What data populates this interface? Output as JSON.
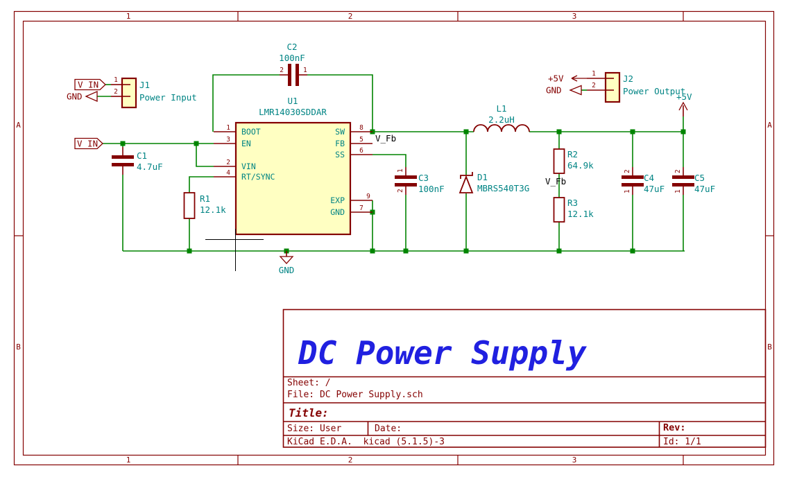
{
  "colors": {
    "wire_green": "#008400",
    "symbol_dark_red": "#840000",
    "symbol_fill_yellow": "#FFFFC2",
    "text_teal": "#008484",
    "net_label_black": "#000000",
    "title_blue": "#2020E0",
    "background": "#FFFFFF"
  },
  "frame": {
    "cols": [
      "1",
      "2",
      "3"
    ],
    "rows": [
      "A",
      "B"
    ]
  },
  "title_block": {
    "big_title": "DC Power Supply",
    "sheet": "Sheet: /",
    "file": "File: DC Power Supply.sch",
    "title_label": "Title:",
    "size": "Size: User",
    "date": "Date:",
    "rev": "Rev:",
    "generator": "KiCad E.D.A.  kicad (5.1.5)-3",
    "id": "Id: 1/1"
  },
  "components": {
    "J1": {
      "ref": "J1",
      "value": "Power Input",
      "pin1": "1",
      "pin2": "2"
    },
    "J2": {
      "ref": "J2",
      "value": "Power Output",
      "pin1": "1",
      "pin2": "2"
    },
    "U1": {
      "ref": "U1",
      "value": "LMR14030SDDAR",
      "pins": {
        "boot": "BOOT",
        "en": "EN",
        "vin": "VIN",
        "rt": "RT/SYNC",
        "sw": "SW",
        "fb": "FB",
        "ss": "SS",
        "exp": "EXP",
        "gnd": "GND"
      },
      "nums": {
        "boot": "1",
        "en": "3",
        "vin": "2",
        "rt": "4",
        "sw": "8",
        "fb": "5",
        "ss": "6",
        "exp": "9",
        "gnd": "7"
      }
    },
    "C1": {
      "ref": "C1",
      "value": "4.7uF"
    },
    "C2": {
      "ref": "C2",
      "value": "100nF",
      "pin_left": "2",
      "pin_right": "1"
    },
    "C3": {
      "ref": "C3",
      "value": "100nF",
      "pin_top": "1",
      "pin_bottom": "2"
    },
    "C4": {
      "ref": "C4",
      "value": "47uF",
      "pin_top": "2",
      "pin_bottom": "1"
    },
    "C5": {
      "ref": "C5",
      "value": "47uF",
      "pin_top": "2",
      "pin_bottom": "1"
    },
    "R1": {
      "ref": "R1",
      "value": "12.1k"
    },
    "R2": {
      "ref": "R2",
      "value": "64.9k"
    },
    "R3": {
      "ref": "R3",
      "value": "12.1k"
    },
    "L1": {
      "ref": "L1",
      "value": "2.2uH"
    },
    "D1": {
      "ref": "D1",
      "value": "MBRS540T3G"
    }
  },
  "labels": {
    "vin_j1": "V_IN",
    "gnd_j1": "GND",
    "vin_rail": "V_IN",
    "p5v_j2": "+5V",
    "gnd_j2": "GND",
    "vfb_fb": "V_Fb",
    "vfb_divider": "V_Fb",
    "gnd_power": "GND",
    "p5v_power": "+5V"
  }
}
